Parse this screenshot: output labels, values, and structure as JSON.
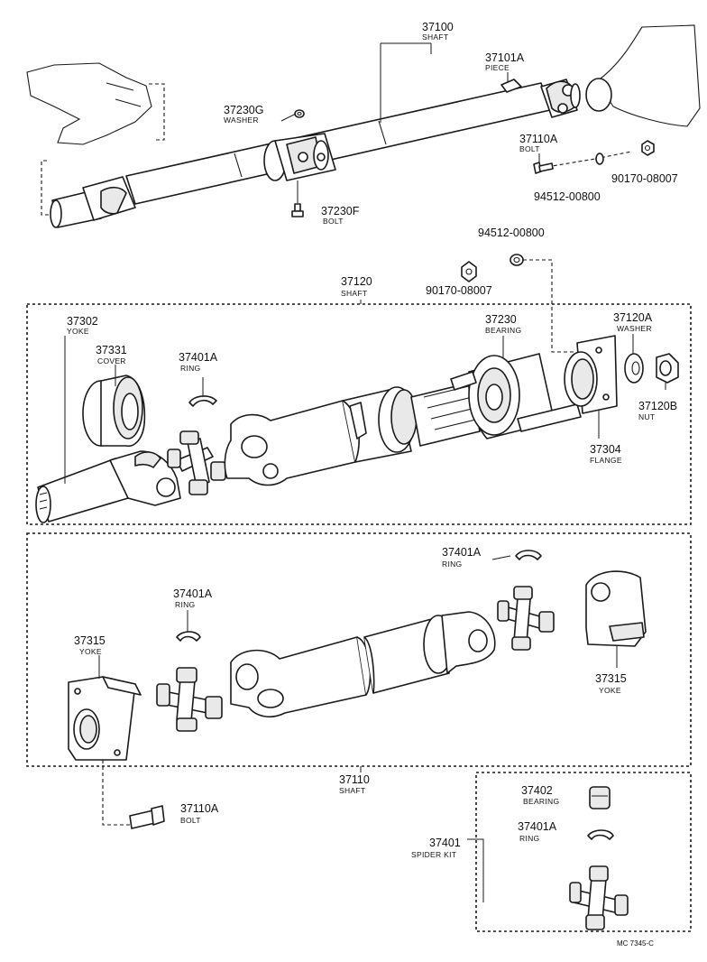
{
  "labels": {
    "shaft_37100": {
      "number": "37100",
      "name": "SHAFT"
    },
    "piece_37101a": {
      "number": "37101A",
      "name": "PIECE"
    },
    "washer_37230g": {
      "number": "37230G",
      "name": "WASHER"
    },
    "bolt_37110a_top": {
      "number": "37110A",
      "name": "BOLT"
    },
    "nut_90170_top": {
      "number": "90170-08007"
    },
    "washer_94512_top": {
      "number": "94512-00800"
    },
    "bolt_37230f": {
      "number": "37230F",
      "name": "BOLT"
    },
    "washer_94512_mid": {
      "number": "94512-00800"
    },
    "nut_90170_mid": {
      "number": "90170-08007"
    },
    "shaft_37120": {
      "number": "37120",
      "name": "SHAFT"
    },
    "yoke_37302": {
      "number": "37302",
      "name": "YOKE"
    },
    "cover_37331": {
      "number": "37331",
      "name": "COVER"
    },
    "ring_37401a_a": {
      "number": "37401A",
      "name": "RING"
    },
    "bearing_37230": {
      "number": "37230",
      "name": "BEARING"
    },
    "washer_37120a": {
      "number": "37120A",
      "name": "WASHER"
    },
    "nut_37120b": {
      "number": "37120B",
      "name": "NUT"
    },
    "flange_37304": {
      "number": "37304",
      "name": "FLANGE"
    },
    "ring_37401a_b": {
      "number": "37401A",
      "name": "RING"
    },
    "ring_37401a_c": {
      "number": "37401A",
      "name": "RING"
    },
    "yoke_37315_left": {
      "number": "37315",
      "name": "YOKE"
    },
    "yoke_37315_right": {
      "number": "37315",
      "name": "YOKE"
    },
    "shaft_37110": {
      "number": "37110",
      "name": "SHAFT"
    },
    "bolt_37110a_bottom": {
      "number": "37110A",
      "name": "BOLT"
    },
    "bearing_37402": {
      "number": "37402",
      "name": "BEARING"
    },
    "ring_37401a_d": {
      "number": "37401A",
      "name": "RING"
    },
    "spider_kit_37401": {
      "number": "37401",
      "name": "SPIDER KIT"
    }
  },
  "reference_code": "MC 7345-C"
}
